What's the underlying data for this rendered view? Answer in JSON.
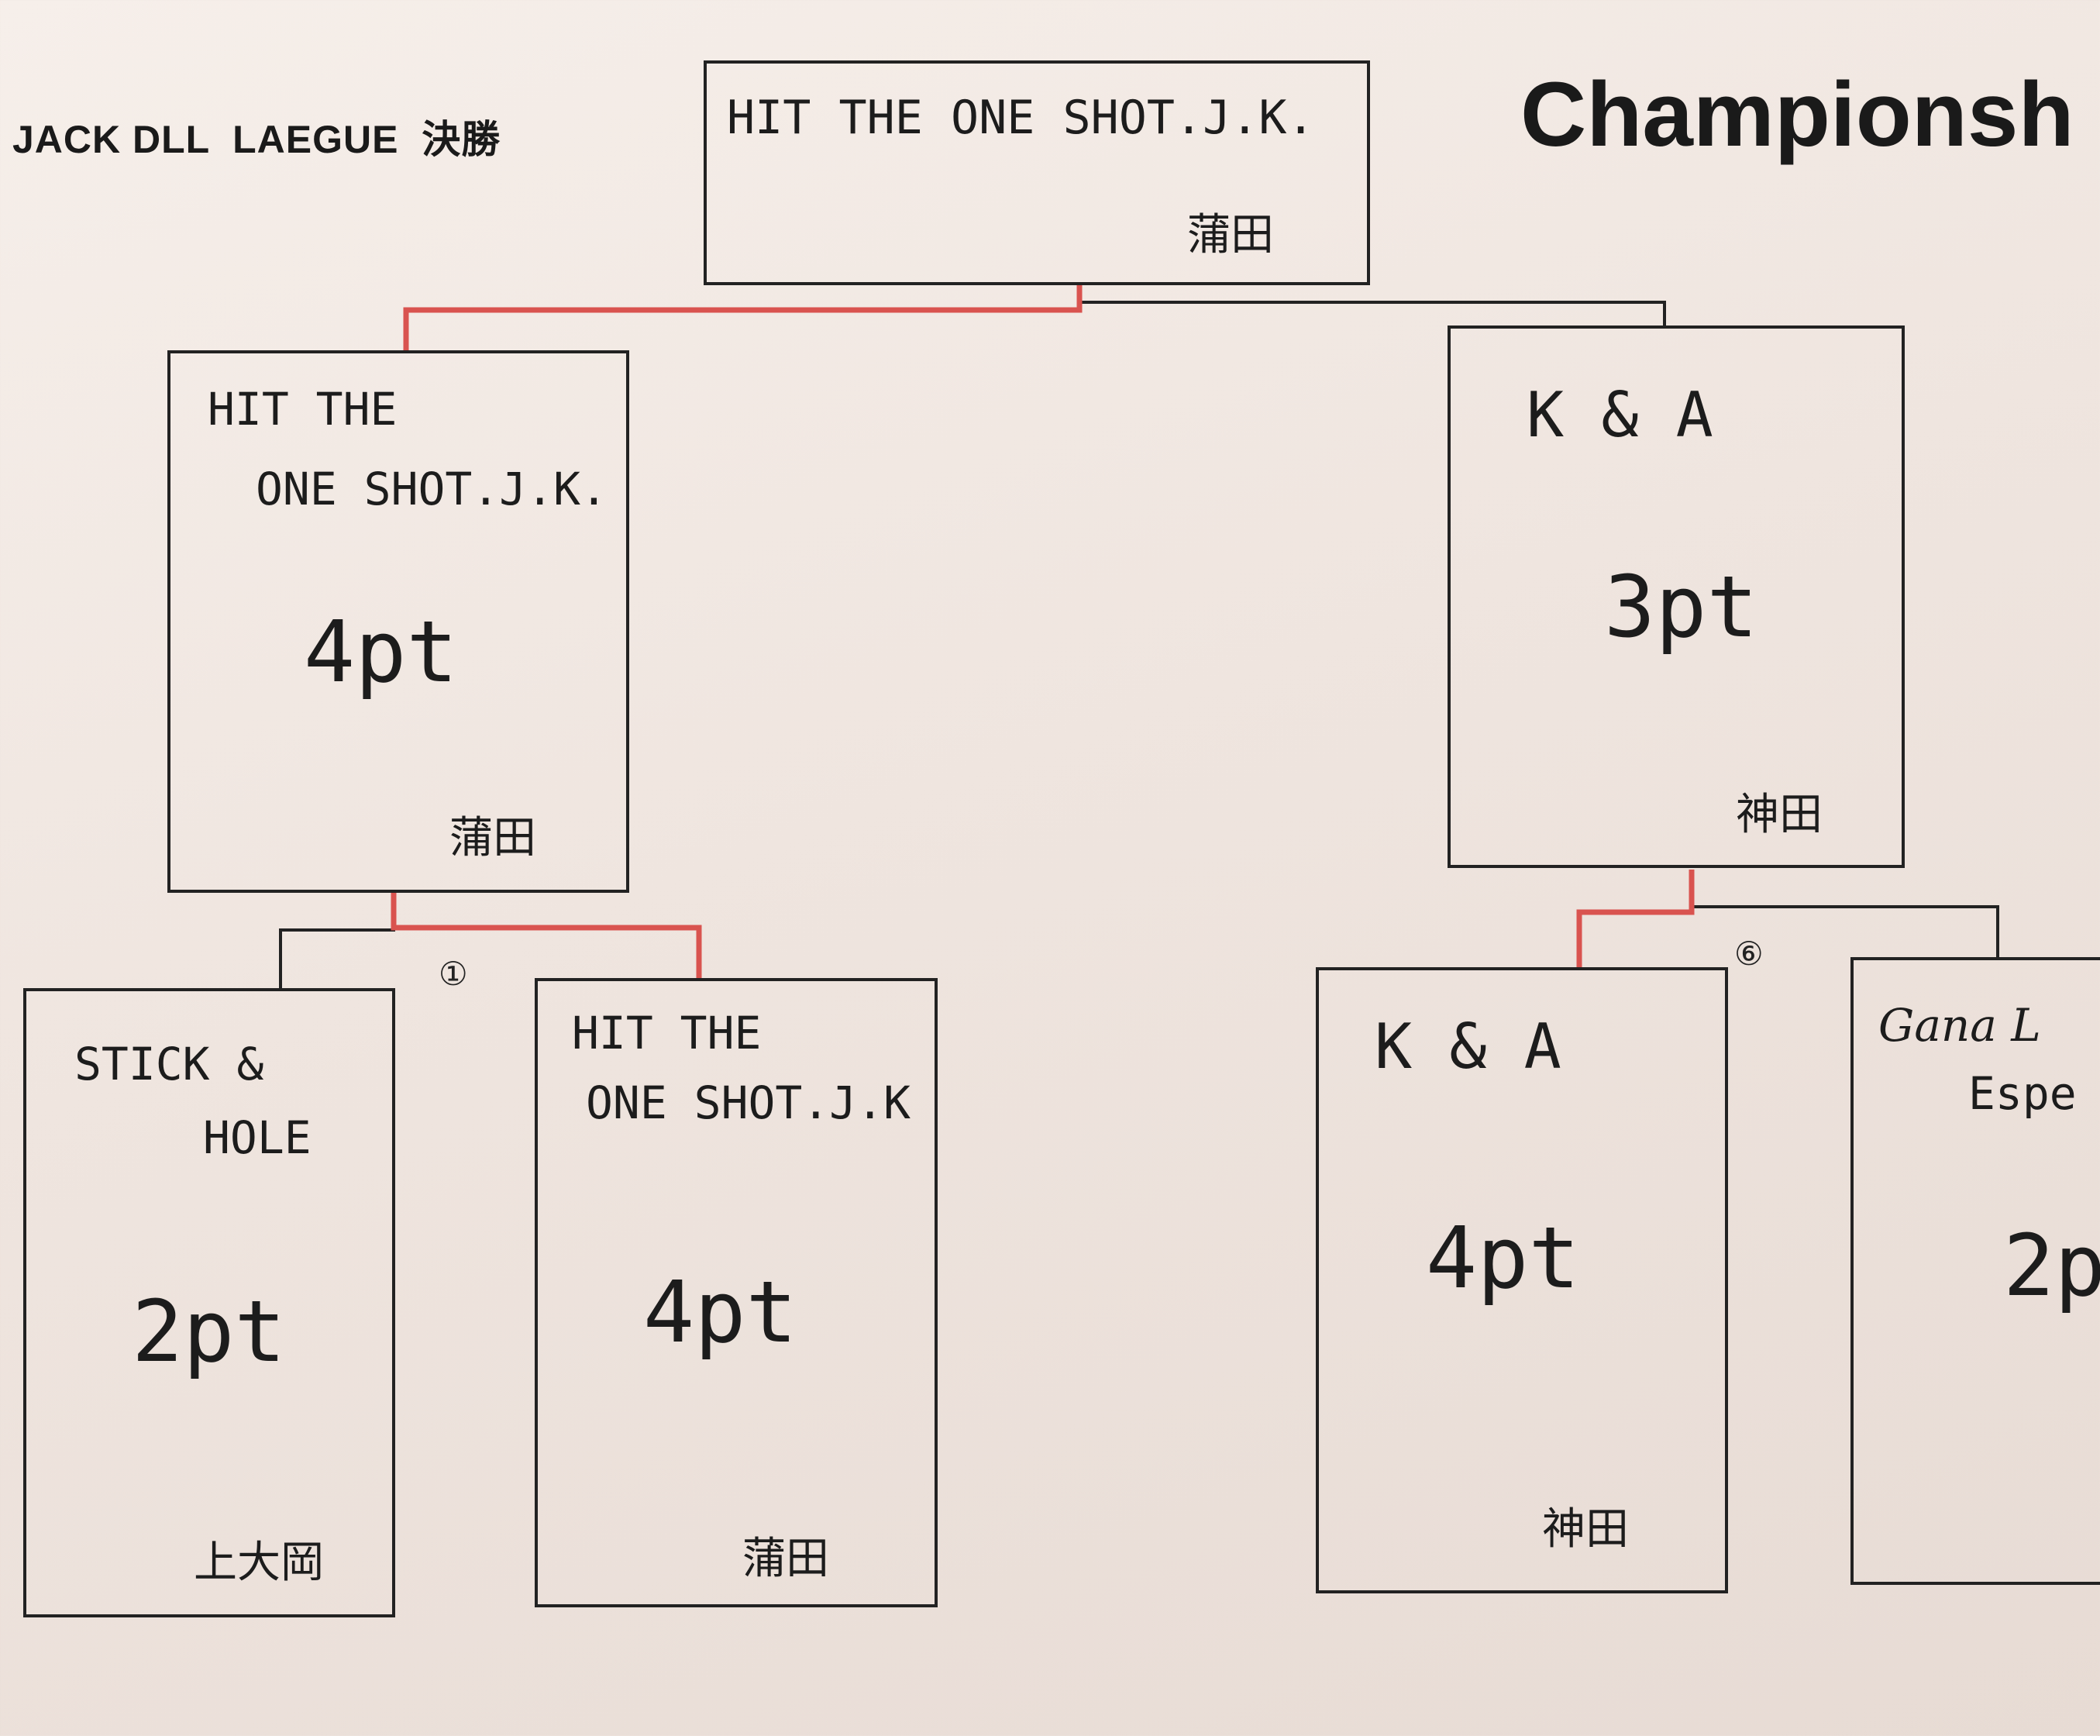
{
  "header": {
    "left_label": "JACK DLL  LAEGUE  決勝",
    "title": "Championsh"
  },
  "bracket": {
    "final": {
      "team": "HIT THE ONE SHOT.J.K.",
      "referee": "蒲田"
    },
    "semi_left": {
      "team_line1": "HIT THE",
      "team_line2": "ONE SHOT.J.K.",
      "points": "4pt",
      "referee": "蒲田"
    },
    "semi_right": {
      "team": "K & A",
      "points": "3pt",
      "referee": "神田"
    },
    "match_left_number": "①",
    "match_right_number": "⑥",
    "q1": {
      "team_line1": "STICK &",
      "team_line2": "HOLE",
      "points": "2pt",
      "referee": "上大岡"
    },
    "q2": {
      "team_line1": "HIT THE",
      "team_line2": "ONE SHOT.J.K",
      "points": "4pt",
      "referee": "蒲田"
    },
    "q3": {
      "team": "K & A",
      "points": "4pt",
      "referee": "神田"
    },
    "q4": {
      "team_line1": "Gana L",
      "team_line2": "Espe",
      "points": "2p"
    }
  },
  "colors": {
    "winner_line": "#d9534f",
    "line": "#222222"
  }
}
